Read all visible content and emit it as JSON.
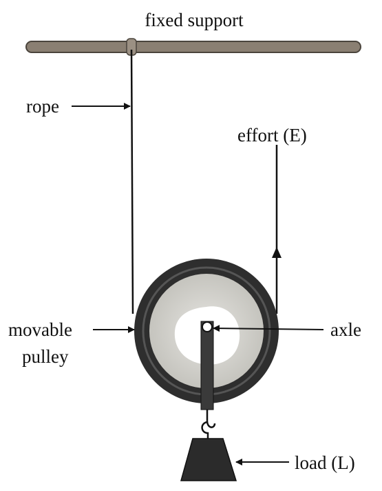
{
  "labels": {
    "fixed_support": "fixed support",
    "rope": "rope",
    "effort": "effort (E)",
    "movable": "movable",
    "pulley": "pulley",
    "axle": "axle",
    "load": "load (L)"
  },
  "colors": {
    "ink": "#111111",
    "bar": "#8a7f72",
    "bar_edge": "#4a443c",
    "wheel_rim": "#2e2e2e",
    "wheel_face": "#d3d2cd",
    "hub": "#ffffff",
    "load_block": "#2b2b2b"
  }
}
